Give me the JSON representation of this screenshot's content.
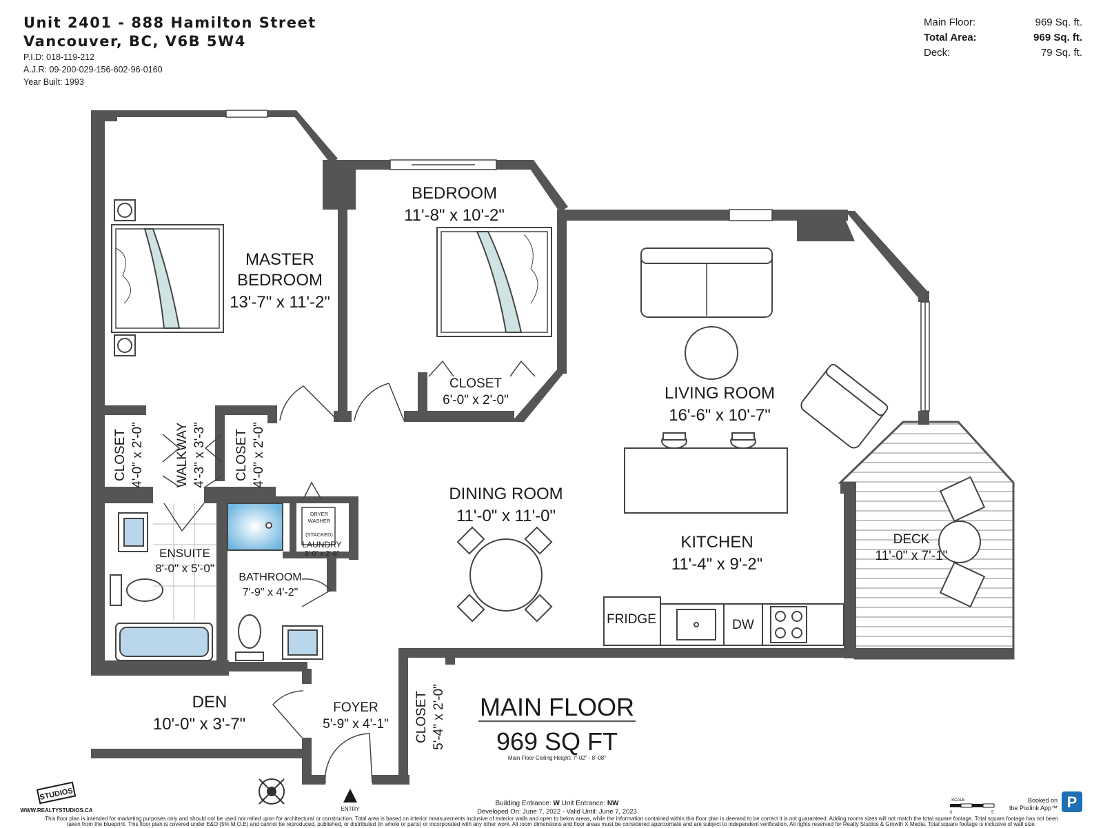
{
  "header": {
    "address_line1": "Unit 2401  - 888 Hamilton Street",
    "address_line2": "Vancouver, BC, V6B 5W4",
    "pid": "P.I.D: 018-119-212",
    "ajr": "A.J.R: 09-200-029-156-602-96-0160",
    "year_built": "Year Built: 1993"
  },
  "areas": [
    {
      "label": "Main Floor:",
      "value": "969 Sq. ft.",
      "bold": false
    },
    {
      "label": "Total Area:",
      "value": "969 Sq. ft.",
      "bold": true
    },
    {
      "label": "Deck:",
      "value": "79 Sq. ft.",
      "bold": false
    }
  ],
  "rooms": {
    "master_bedroom": {
      "name1": "MASTER",
      "name2": "BEDROOM",
      "dims": "13'-7\" x 11'-2\""
    },
    "bedroom": {
      "name": "BEDROOM",
      "dims": "11'-8\" x 10'-2\""
    },
    "bedroom_closet": {
      "name": "CLOSET",
      "dims": "6'-0\" x 2'-0\""
    },
    "living_room": {
      "name": "LIVING ROOM",
      "dims": "16'-6\" x 10'-7\""
    },
    "dining_room": {
      "name": "DINING ROOM",
      "dims": "11'-0\" x 11'-0\""
    },
    "kitchen": {
      "name": "KITCHEN",
      "dims": "11'-4\" x 9'-2\""
    },
    "deck": {
      "name": "DECK",
      "dims": "11'-0\" x 7'-1\""
    },
    "closet_left": {
      "name": "CLOSET",
      "dims": "4'-0\" x 2'-0\""
    },
    "walkway": {
      "name": "WALKWAY",
      "dims": "4'-3\" x 3'-3\""
    },
    "closet_right": {
      "name": "CLOSET",
      "dims": "4'-0\" x 2'-0\""
    },
    "ensuite": {
      "name": "ENSUITE",
      "dims": "8'-0\" x 5'-0\""
    },
    "bathroom": {
      "name": "BATHROOM",
      "dims": "7'-9\" x 4'-2\""
    },
    "laundry": {
      "dryer": "DRYER",
      "washer": "WASHER",
      "stacked": "(STACKED)",
      "name": "LAUNDRY",
      "dims": "3'-0\" x 2'-8\""
    },
    "den": {
      "name": "DEN",
      "dims": "10'-0\" x 3'-7\""
    },
    "foyer": {
      "name": "FOYER",
      "dims": "5'-9\" x 4'-1\""
    },
    "closet_foyer": {
      "name": "CLOSET",
      "dims": "5'-4\" x 2'-0\""
    }
  },
  "appliances": {
    "fridge": "FRIDGE",
    "dishwasher": "DW"
  },
  "floor": {
    "title": "MAIN FLOOR",
    "sqft": "969 SQ FT",
    "ceiling": "Main Floor Ceiling Height: 7'-02\" - 8'-08\""
  },
  "entry_label": "ENTRY",
  "brand": {
    "logo_text": "iSTUDIOS!",
    "url": "WWW.REALTYSTUDIOS.CA"
  },
  "entrances": {
    "building_label": "Building Entrance:",
    "building": "W",
    "unit_label": "Unit Entrance:",
    "unit": "NW"
  },
  "dates": "Developed On: June 7, 2022 - Valid Until: June 7, 2023",
  "scale_label": "SCALE",
  "scale_ticks": [
    "0",
    "5"
  ],
  "booked": {
    "line1": "Booked on",
    "line2": "the Pixilink App™",
    "icon_letter": "P"
  },
  "disclaimer_line1": "This floor plan is intended for marketing purposes only and should not be used nor relied upon for architectural or construction. Total area is based on interior measurements inclusive of exterior walls and open to below areas, while the information contained within this floor plan is deemed to be correct it is not guaranteed. Adding rooms sizes will not match the total square footage. Total square footage has not been",
  "disclaimer_line2": "taken from the blueprint. This floor plan is covered under E&O (5% M.O.E) and cannot be reproduced, published, or distributed (in whole or parts) or incorporated with any other work. All room dimensions and floor areas must be considered approximate and are subject to independent verification. All rights reserved for Realty Studios & Growth X Media. Total square footage is inclusive of wall size.",
  "colors": {
    "wall": "#555555",
    "line": "#444444",
    "shower": "#6fb6e0"
  }
}
